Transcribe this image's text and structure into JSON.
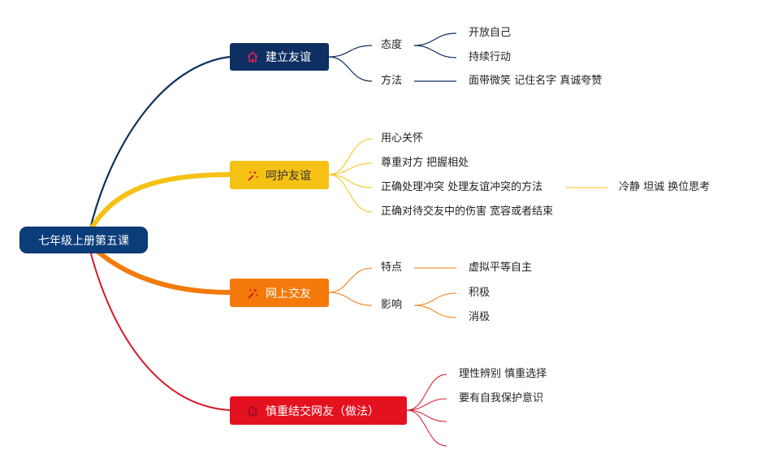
{
  "root": {
    "label": "七年级上册第五课"
  },
  "branches": [
    {
      "label": "建立友谊",
      "icon": "house-icon",
      "color": "#0e2f61",
      "children": [
        {
          "label": "态度",
          "children": [
            "开放自己",
            "持续行动"
          ]
        },
        {
          "label": "方法",
          "children": [
            "面带微笑 记住名字 真诚夸赞"
          ]
        }
      ]
    },
    {
      "label": "呵护友谊",
      "icon": "magic-wand-icon",
      "color": "#f5c214",
      "children": [
        {
          "label": "用心关怀",
          "children": []
        },
        {
          "label": "尊重对方 把握相处",
          "children": []
        },
        {
          "label": "正确处理冲突 处理友谊冲突的方法",
          "children": [
            "冷静 坦诚 换位思考"
          ]
        },
        {
          "label": "正确对待交友中的伤害 宽容或者结束",
          "children": []
        }
      ]
    },
    {
      "label": "网上交友",
      "icon": "magic-wand-icon",
      "color": "#f47a0c",
      "children": [
        {
          "label": "特点",
          "children": [
            "虚拟平等自主"
          ]
        },
        {
          "label": "影响",
          "children": [
            "积极",
            "消极"
          ]
        }
      ]
    },
    {
      "label": "慎重结交网友（做法）",
      "icon": "house-icon",
      "color": "#e4111f",
      "children": [
        {
          "label": "理性辨别 慎重选择",
          "children": []
        },
        {
          "label": "要有自我保护意识",
          "children": []
        },
        {
          "label": "",
          "children": []
        },
        {
          "label": "",
          "children": []
        }
      ]
    }
  ]
}
